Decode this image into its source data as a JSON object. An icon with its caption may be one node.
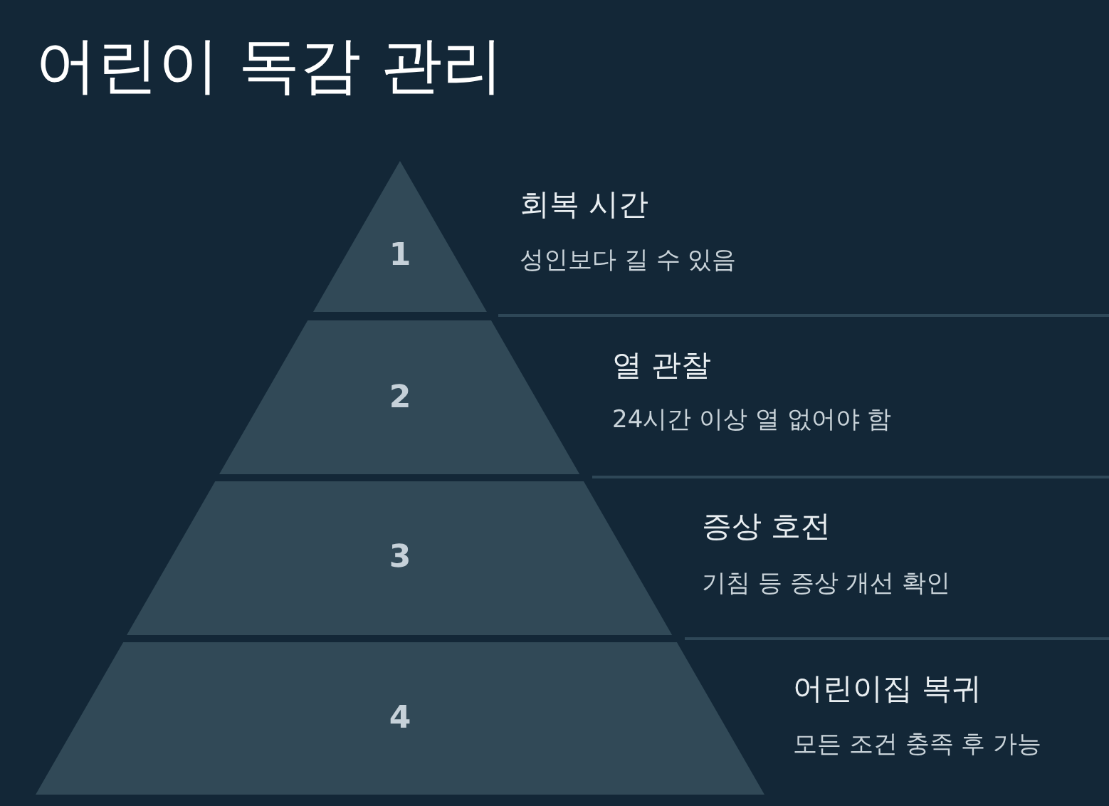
{
  "diagram": {
    "title": "어린이 독감 관리",
    "nodes": [
      {
        "text": [
          "1"
        ],
        "beside": [
          "회복 시간",
          "성인보다 길 수 있음"
        ]
      },
      {
        "text": [
          "2"
        ],
        "beside": [
          "열 관찰",
          "24시간 이상 열 없어야 함"
        ]
      },
      {
        "text": [
          "3"
        ],
        "beside": [
          "증상 호전",
          "기침 등 증상 개선 확인"
        ]
      },
      {
        "text": [
          "4"
        ],
        "beside": [
          "어린이집 복귀",
          "모든 조건 충족 후 가능"
        ]
      }
    ]
  }
}
